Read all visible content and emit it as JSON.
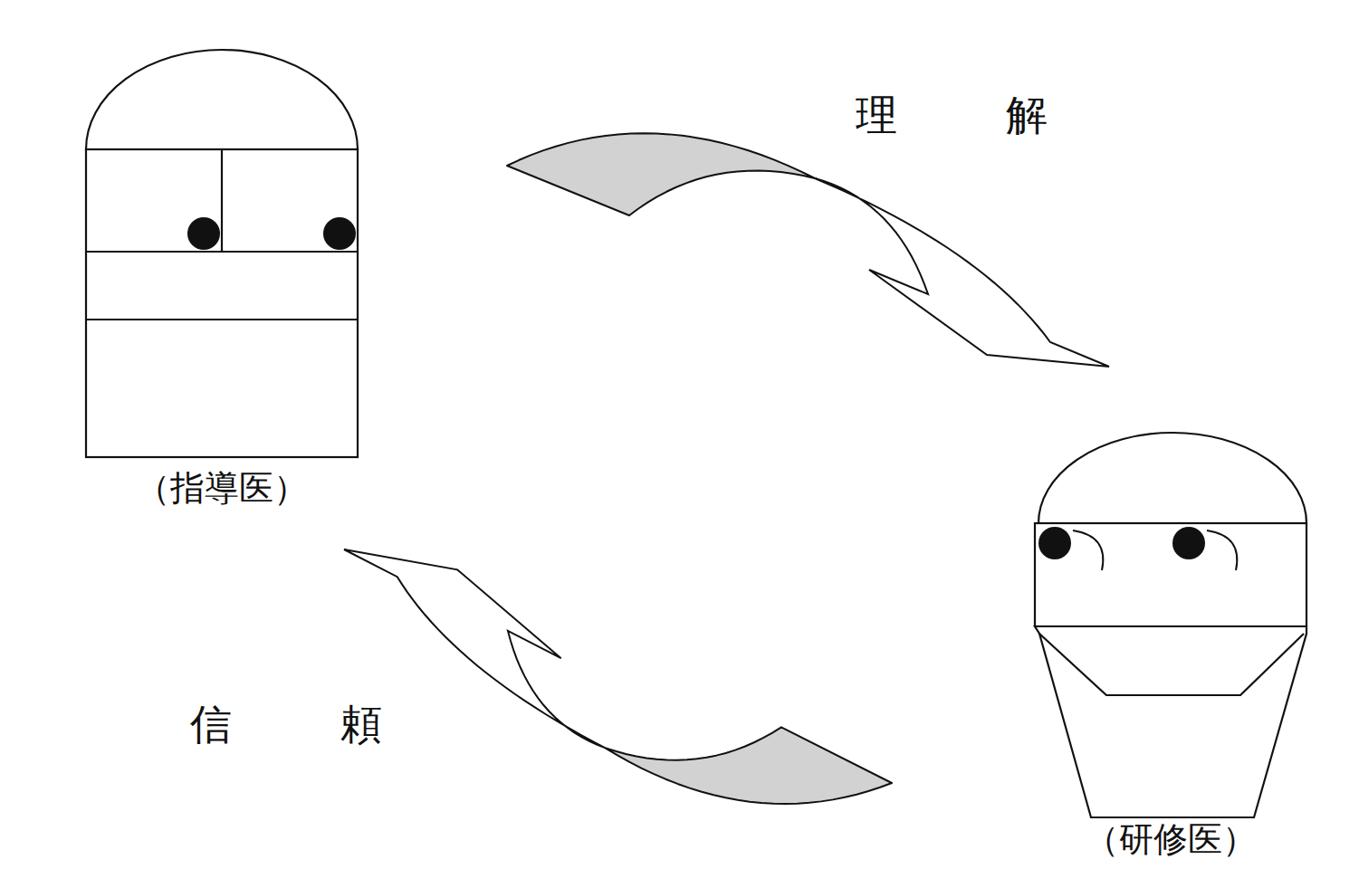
{
  "diagram": {
    "nodes": [
      {
        "text": [
          "（指導医）"
        ]
      },
      {
        "text": [
          "（研修医）"
        ]
      }
    ],
    "edges": [
      {
        "from": 0,
        "to": 1,
        "arrow": "to",
        "label": "理解"
      },
      {
        "from": 1,
        "to": 0,
        "arrow": "to",
        "label": "信頼"
      }
    ]
  }
}
